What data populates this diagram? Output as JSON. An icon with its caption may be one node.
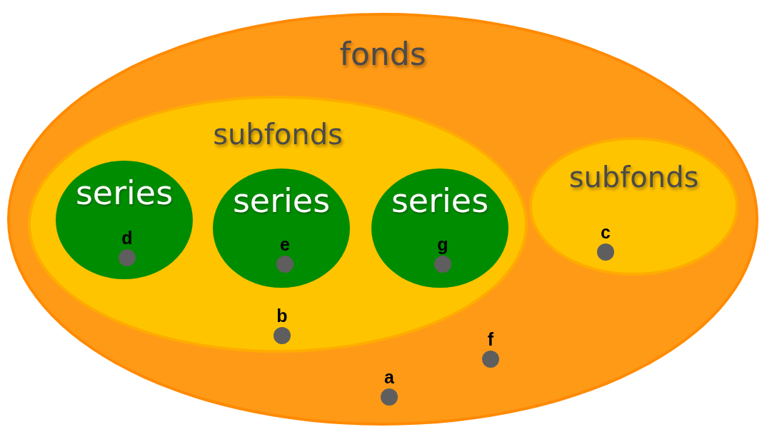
{
  "diagram": {
    "nodes": [
      {
        "text": [
          "fonds"
        ]
      },
      {
        "text": [
          "subfonds"
        ],
        "in": 0
      },
      {
        "text": [
          "series"
        ],
        "in": 1
      },
      {
        "text": [
          "d"
        ],
        "in": 2
      },
      {
        "text": [
          "series"
        ],
        "in": 1
      },
      {
        "text": [
          "e"
        ],
        "in": 4
      },
      {
        "text": [
          "series"
        ],
        "in": 1
      },
      {
        "text": [
          "g"
        ],
        "in": 6
      },
      {
        "text": [
          "b"
        ],
        "in": 1
      },
      {
        "text": [
          "subfonds"
        ],
        "in": 0
      },
      {
        "text": [
          "c"
        ],
        "in": 9
      },
      {
        "text": [
          "f"
        ],
        "in": 0
      },
      {
        "text": [
          "a"
        ],
        "in": 0
      }
    ]
  }
}
